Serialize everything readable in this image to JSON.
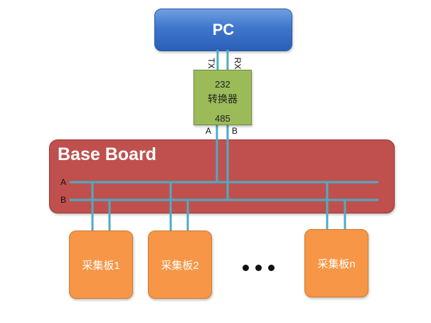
{
  "pc": {
    "label": "PC"
  },
  "converter": {
    "top_label": "232",
    "name": "转换器",
    "bottom_label": "485"
  },
  "link_labels": {
    "tx": "TX",
    "rx": "RX",
    "a": "A",
    "b": "B"
  },
  "base_board": {
    "title": "Base Board",
    "bus_a": "A",
    "bus_b": "B"
  },
  "boards": [
    {
      "label": "采集板1"
    },
    {
      "label": "采集板2"
    },
    {
      "label": "采集板n"
    }
  ],
  "colors": {
    "wire": "#4bacc6",
    "pc": "#4f81bd",
    "converter": "#9bbb59",
    "base_board": "#c0504d",
    "board": "#f79646"
  }
}
